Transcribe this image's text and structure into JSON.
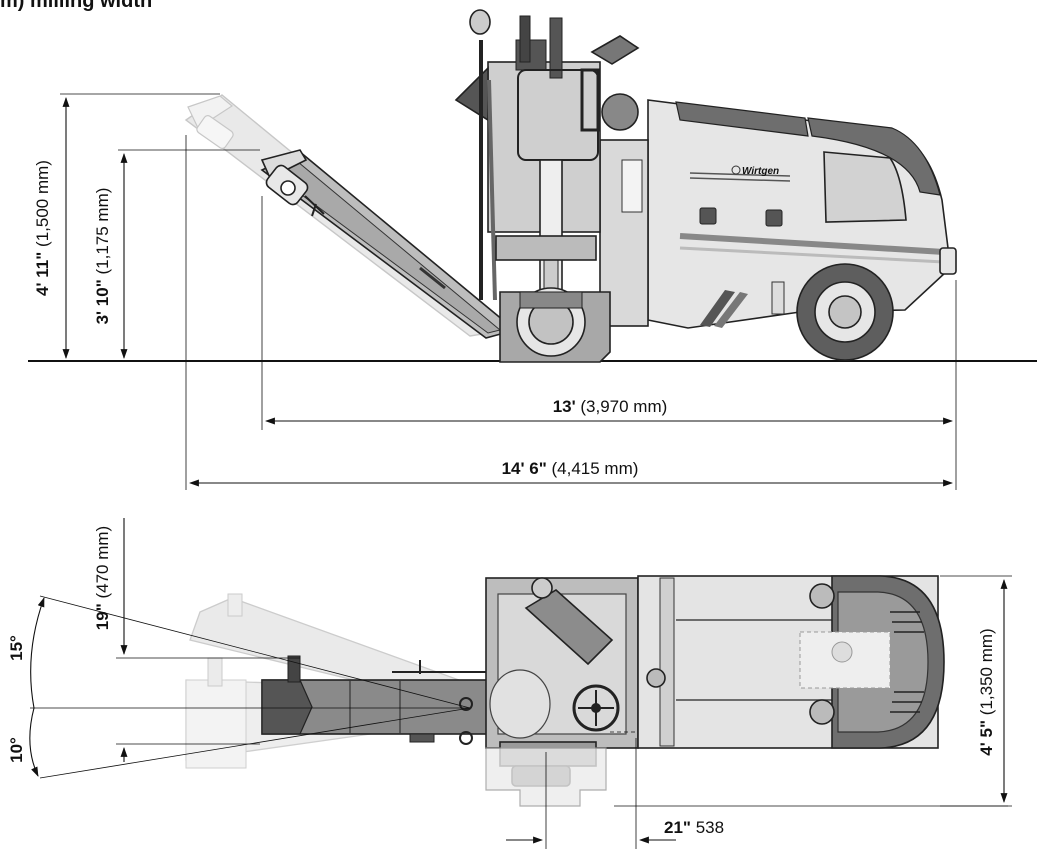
{
  "header": {
    "title_fragment": "m) milling width"
  },
  "brand": {
    "logo_text": "Wirtgen"
  },
  "dimensions": {
    "total_height_bold": "4' 11\"",
    "total_height_rest": " (1,500 mm)",
    "conveyor_height_bold": "3' 10\"",
    "conveyor_height_rest": " (1,175 mm)",
    "length_bold": "13'",
    "length_rest": " (3,970 mm)",
    "overall_length_bold": "14' 6\"",
    "overall_length_rest": " (4,415 mm)",
    "conveyor_offset_bold": "19\"",
    "conveyor_offset_rest": " (470 mm)",
    "width_bold": "4' 5\"",
    "width_rest": " (1,350 mm)",
    "drum_offset_bold": "21\"",
    "drum_offset_rest": " 538"
  },
  "angles": {
    "up": "15°",
    "down": "10°"
  },
  "colors": {
    "body_light": "#e6e6e6",
    "body_mid": "#c9c9c9",
    "body_dark": "#6e6e6e",
    "conveyor_faded": "#e4e4e4",
    "outline": "#222222"
  }
}
